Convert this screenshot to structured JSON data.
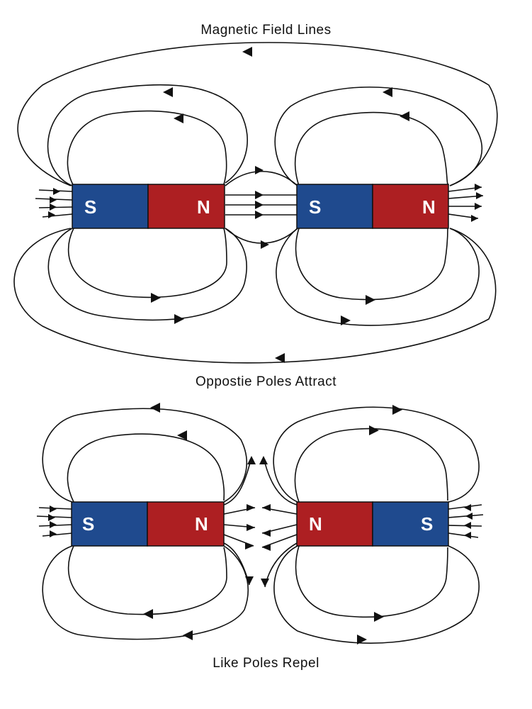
{
  "titles": {
    "top": "Magnetic Field Lines",
    "middle": "Oppostie Poles Attract",
    "bottom": "Like Poles Repel"
  },
  "colors": {
    "south": "#1f4a8e",
    "north": "#ad1f22",
    "line": "#111111"
  },
  "attract": {
    "magnet_left": {
      "left_pole": "S",
      "right_pole": "N"
    },
    "magnet_right": {
      "left_pole": "S",
      "right_pole": "N"
    }
  },
  "repel": {
    "magnet_left": {
      "left_pole": "S",
      "right_pole": "N"
    },
    "magnet_right": {
      "left_pole": "N",
      "right_pole": "S"
    }
  }
}
